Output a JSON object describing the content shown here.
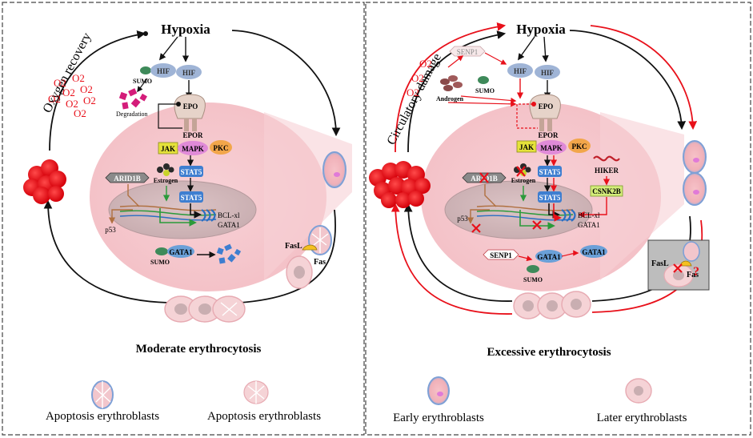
{
  "left_panel": {
    "title": "Hypoxia",
    "caption": "Moderate erythrocytosis",
    "side_label": "Oxygen recovery",
    "o2": [
      "O2",
      "O2",
      "O2",
      "O2",
      "O2",
      "O2",
      "O2",
      "O2"
    ],
    "labels": {
      "sumo1": "SUMO",
      "hif1": "HIF",
      "hif2": "HIF",
      "degradation": "Degradation",
      "epo": "EPO",
      "epor": "EPOR",
      "jak": "JAK",
      "mapk": "MAPK",
      "pkc": "PKC",
      "stat5a": "STAT5",
      "stat5b": "STAT5",
      "arid1b": "ARID1B",
      "estrogen": "Estrogen",
      "p53": "p53",
      "bclxl": "BCL-xl",
      "gata1_gene": "GATA1",
      "gata1": "GATA1",
      "sumo2": "SUMO",
      "fasl": "FasL",
      "fas": "Fas"
    }
  },
  "right_panel": {
    "title": "Hypoxia",
    "caption": "Excessive erythrocytosis",
    "side_label": "Circulatory damage",
    "o2": [
      "O2",
      "O2",
      "O2"
    ],
    "labels": {
      "senp1a": "SENP1",
      "androgen": "Androgen",
      "sumo1": "SUMO",
      "hif1": "HIF",
      "hif2": "HIF",
      "epo": "EPO",
      "epor": "EPOR",
      "jak": "JAK",
      "mapk": "MAPK",
      "pkc": "PKC",
      "stat5a": "STAT5",
      "stat5b": "STAT5",
      "arid1b": "ARID1B",
      "estrogen": "Estrogen",
      "hiker": "HIKER",
      "csnk2b": "CSNK2B",
      "p53": "p53",
      "bclxl": "BCL-xl",
      "gata1_gene": "GATA1",
      "senp1b": "SENP1",
      "gata1a": "GATA1",
      "gata1b": "GATA1",
      "sumo2": "SUMO",
      "fasl": "FasL",
      "fas": "Fas"
    }
  },
  "legend": {
    "left_a": "Apoptosis erythroblasts",
    "left_b": "Apoptosis erythroblasts",
    "right_a": "Early erythroblasts",
    "right_b": "Later erythroblasts"
  },
  "colors": {
    "pink_cell": "#f5d3d6",
    "red_rbc": "#e8101a",
    "arrow_red": "#e8101a",
    "hif_blue": "#9fb4d6",
    "stat_blue": "#3e7ed0",
    "jak_yellow": "#e5e23a",
    "mapk_purple": "#e08ad8",
    "pkc_orange": "#f2a64a",
    "dna_blue": "#2a6fc4",
    "csnk_green": "#d4ec7a"
  }
}
